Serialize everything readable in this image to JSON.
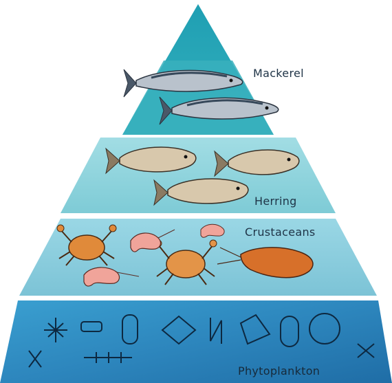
{
  "levels": [
    {
      "name": "Mackerel"
    },
    {
      "name": "Herring"
    },
    {
      "name": "Crustaceans"
    },
    {
      "name": "Phytoplankton"
    }
  ],
  "colors": {
    "apex": "#2aa7b8",
    "mackerel_band": "#3fb3c0",
    "herring_band": "#8fd6de",
    "crustacean_band": "#8dd0e0",
    "phytoplankton_band": "#2a8fc6",
    "fish_silver": "#b9c2cc",
    "fish_tan": "#d8c8ac",
    "crab_orange": "#e08a3a"
  }
}
